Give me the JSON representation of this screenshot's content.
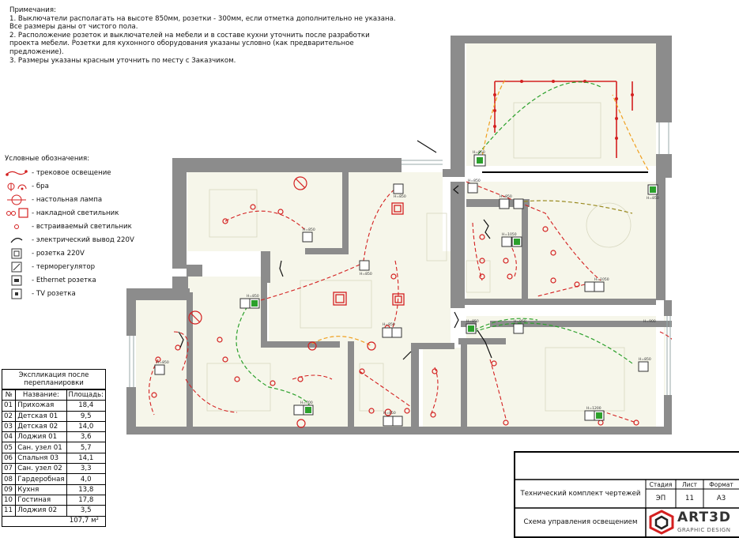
{
  "notes": {
    "title": "Примечания:",
    "lines": [
      "1. Выключатели располагать на высоте 850мм, розетки - 300мм, если отметка дополнительно не указана. Все размеры даны от чистого пола.",
      "2. Расположение розеток и выключателей на мебели и в составе кухни уточнить после разработки проекта мебели. Розетки для кухонного оборудования указаны условно (как предварительное предложение).",
      "3. Размеры указаны красным уточнить по месту с Заказчиком."
    ]
  },
  "legend": {
    "title": "Условные обозначения:",
    "items": [
      {
        "icon": "track-light-icon",
        "label": "- трековое освещение"
      },
      {
        "icon": "sconce-icon",
        "label": "- бра"
      },
      {
        "icon": "table-lamp-icon",
        "label": "- настольная лампа"
      },
      {
        "icon": "surface-light-icon",
        "label": "- накладной светильник"
      },
      {
        "icon": "recessed-light-icon",
        "label": "- встраиваемый светильник"
      },
      {
        "icon": "electric-outlet-220v-icon",
        "label": "- электрический вывод 220V"
      },
      {
        "icon": "socket-220v-icon",
        "label": "- розетка 220V"
      },
      {
        "icon": "thermostat-icon",
        "label": "- терморегулятор"
      },
      {
        "icon": "ethernet-socket-icon",
        "label": "- Ethernet розетка"
      },
      {
        "icon": "tv-socket-icon",
        "label": "- TV розетка"
      }
    ]
  },
  "explication": {
    "title": "Экспликация после перепланировки",
    "headers": [
      "№",
      "Название:",
      "Площадь:"
    ],
    "rows": [
      [
        "01",
        "Прихожая",
        "18,4"
      ],
      [
        "02",
        "Детская 01",
        "9,5"
      ],
      [
        "03",
        "Детская 02",
        "14,0"
      ],
      [
        "04",
        "Лоджия 01",
        "3,6"
      ],
      [
        "05",
        "Сан. узел 01",
        "5,7"
      ],
      [
        "06",
        "Спальня 03",
        "14,1"
      ],
      [
        "07",
        "Сан. узел 02",
        "3,3"
      ],
      [
        "08",
        "Гардеробная",
        "4,0"
      ],
      [
        "09",
        "Кухня",
        "13,8"
      ],
      [
        "10",
        "Гостиная",
        "17,8"
      ],
      [
        "11",
        "Лоджия 02",
        "3,5"
      ]
    ],
    "total": "107,7 м²"
  },
  "stamp": {
    "set_title": "Технический комплект чертежей",
    "sheet_title": "Схема управления освещением",
    "stage_label": "Стадия",
    "sheet_label": "Лист",
    "format_label": "Формат",
    "stage": "ЭП",
    "sheet": "11",
    "format": "А3",
    "brand": "ART3D",
    "brand_sub": "GRAPHIC DESIGN"
  },
  "plan_marks": {
    "h850": "H=850",
    "h900": "H=900",
    "h1050": "H=1050",
    "h1200": "H=1200",
    "h700": "H=700"
  },
  "colors": {
    "wall": "#8c8c8c",
    "floor": "#f6f6ea",
    "light_red": "#d42020",
    "switch_green": "#2ca02c",
    "switch_orange": "#f0a020",
    "switch_olive": "#9a8a20",
    "brand_red": "#d42020"
  }
}
